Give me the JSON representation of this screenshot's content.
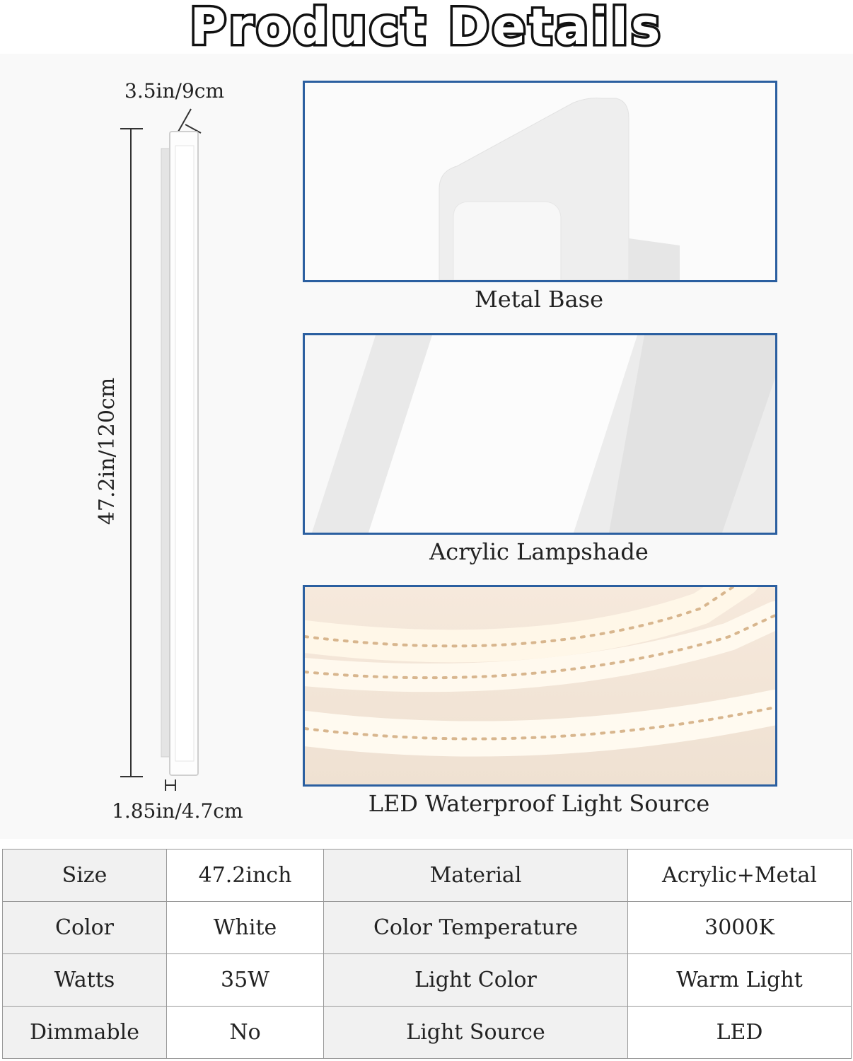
{
  "title": "Product Details",
  "dimensions": {
    "depth": "3.5in/9cm",
    "height": "47.2in/120cm",
    "width": "1.85in/4.7cm"
  },
  "details": [
    {
      "caption": "Metal Base"
    },
    {
      "caption": "Acrylic Lampshade"
    },
    {
      "caption": "LED Waterproof Light Source"
    }
  ],
  "specs": {
    "rows": [
      {
        "label1": "Size",
        "value1": "47.2inch",
        "label2": "Material",
        "value2": "Acrylic+Metal"
      },
      {
        "label1": "Color",
        "value1": "White",
        "label2": "Color Temperature",
        "value2": "3000K"
      },
      {
        "label1": "Watts",
        "value1": "35W",
        "label2": "Light Color",
        "value2": "Warm Light"
      },
      {
        "label1": "Dimmable",
        "value1": "No",
        "label2": "Light Source",
        "value2": "LED"
      }
    ]
  },
  "colors": {
    "frame_border": "#2b5fa0",
    "title_fill": "#ffffff",
    "title_stroke": "#111111"
  }
}
